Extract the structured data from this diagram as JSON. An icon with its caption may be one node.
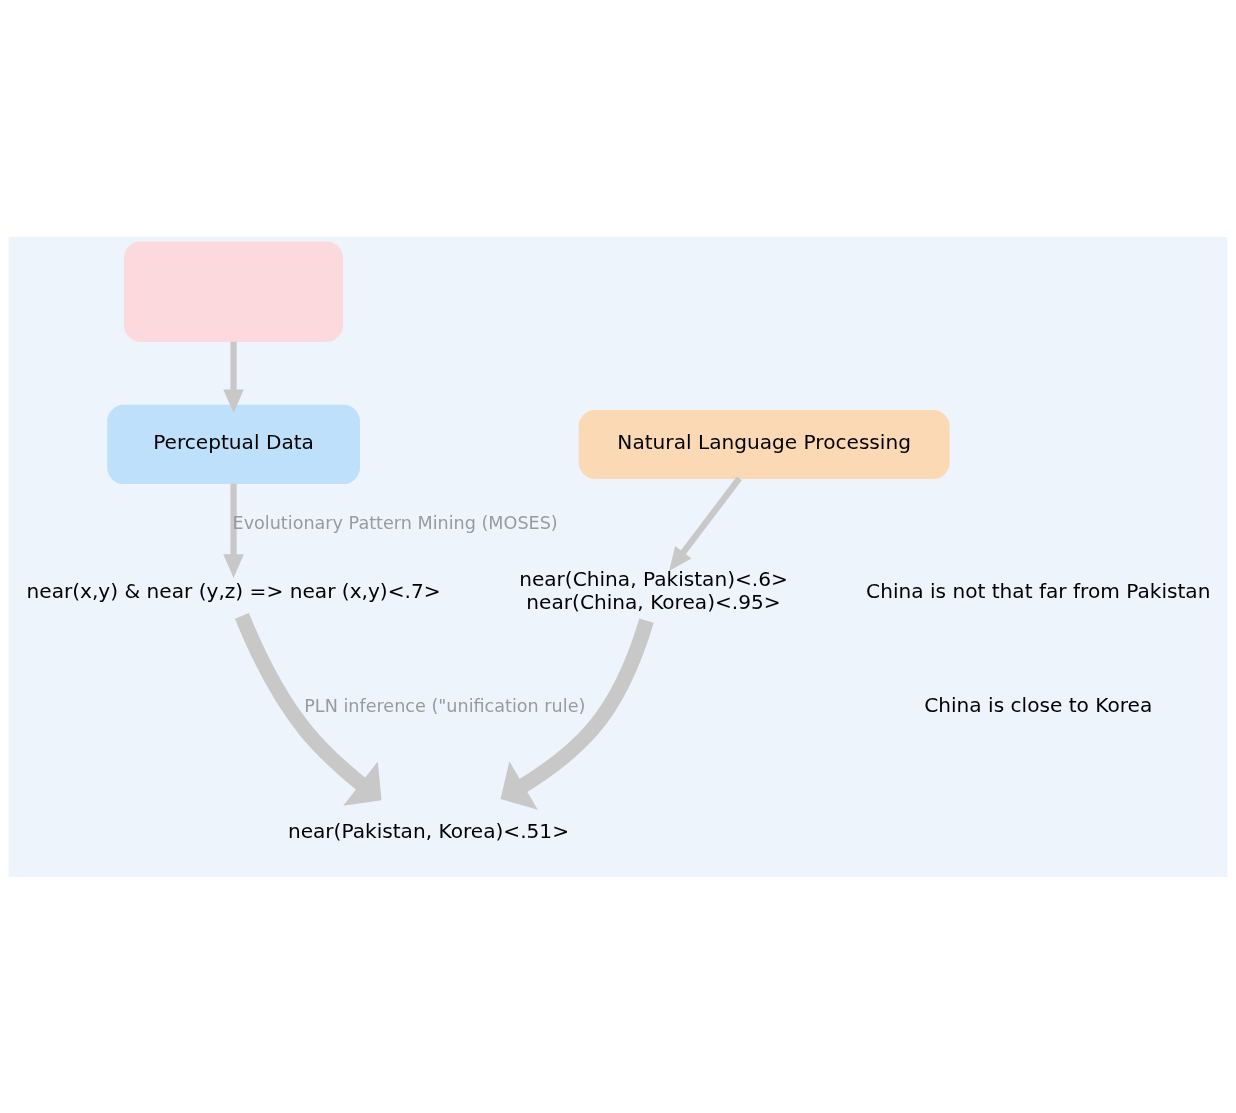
{
  "diagram": {
    "nodes": [
      {
        "text": [],
        "shape": "box"
      },
      {
        "text": [
          "Perceptual Data"
        ]
      },
      {
        "text": [
          "near(x,y) & near (y,z) => near (x,y)<.7>"
        ]
      },
      {
        "text": [
          "near(China, Pakistan)<.6>",
          "near(China, Korea)<.95>"
        ]
      },
      {
        "text": [
          "Natural Language Processing"
        ]
      },
      {
        "text": [
          "near(Pakistan, Korea)<.51>"
        ]
      }
    ],
    "edges": [
      {
        "from": 0,
        "to": 1,
        "arrow": "to"
      },
      {
        "from": 1,
        "to": 2,
        "arrow": "to",
        "label": "Evolutionary Pattern Mining (MOSES)"
      },
      {
        "from": 4,
        "to": 3,
        "arrow": "to"
      },
      {
        "from": 2,
        "to": 5,
        "arrow": "to",
        "style": "thick",
        "label": "PLN inference (\"unification rule)"
      },
      {
        "from": 3,
        "to": 5,
        "arrow": "to",
        "style": "thick"
      }
    ],
    "labels": [
      "China is not that far from Pakistan",
      "China is close to Korea"
    ]
  }
}
